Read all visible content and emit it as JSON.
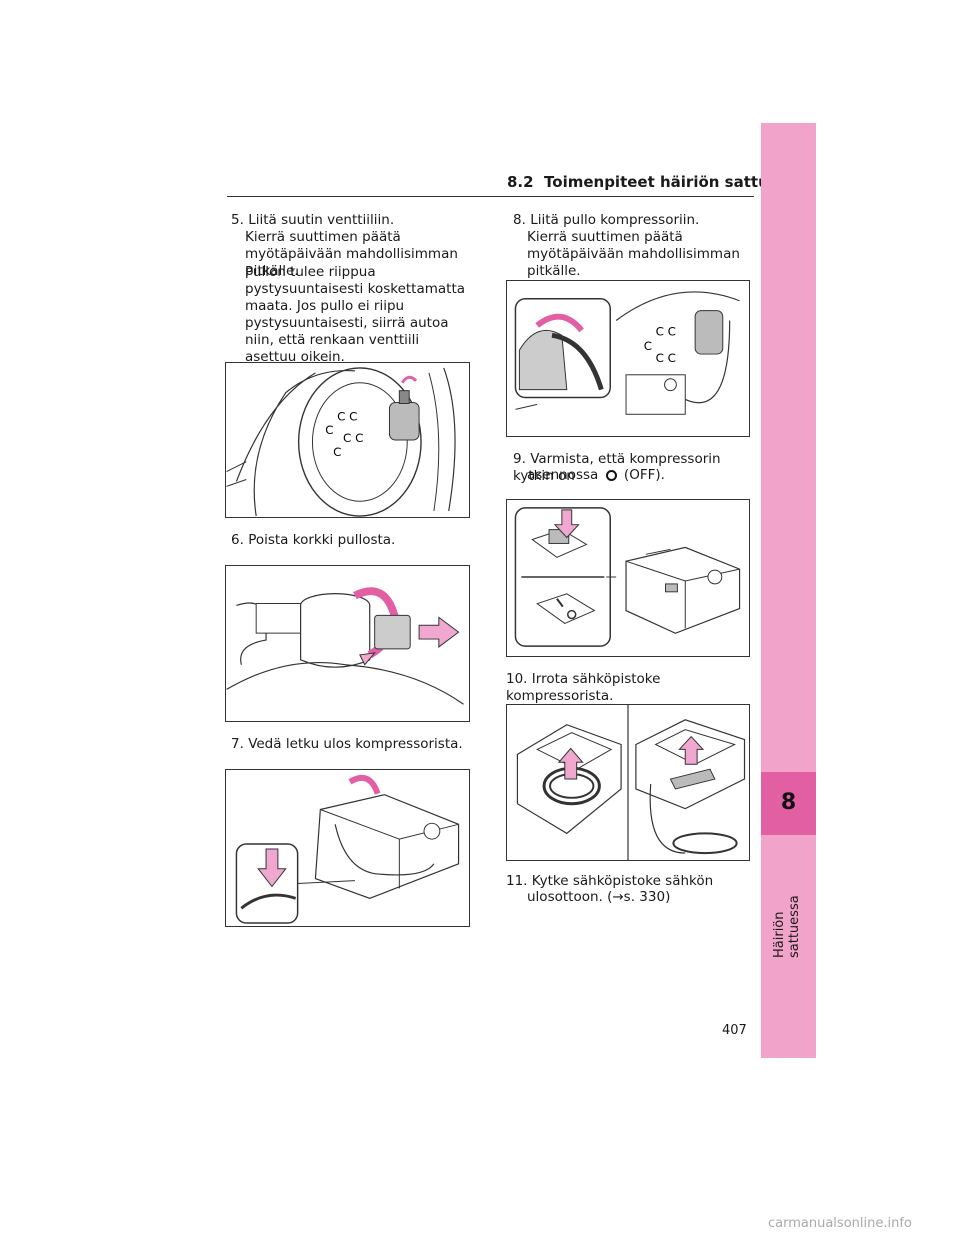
{
  "header": {
    "section": "8.2",
    "title": "Toimenpiteet häiriön sattuessa"
  },
  "side_tab": {
    "chapter_number": "8",
    "chapter_title": "Häiriön sattuessa"
  },
  "page_number": "407",
  "left_column": {
    "step5": {
      "number": "5.",
      "title": "Liitä suutin venttiiliin.",
      "para1": "Kierrä suuttimen päätä myötäpäivään mahdollisimman pitkälle.",
      "para2": "Pullon tulee riippua pystysuuntaisesti koskettamatta maata. Jos pullo ei riipu pystysuuntaisesti, siirrä autoa niin, että renkaan venttiili asettuu oikein."
    },
    "step6": {
      "number": "6.",
      "title": "Poista korkki pullosta."
    },
    "step7": {
      "number": "7.",
      "title": "Vedä letku ulos kompressorista."
    }
  },
  "right_column": {
    "step8": {
      "number": "8.",
      "title": "Liitä pullo kompressoriin.",
      "para1": "Kierrä suuttimen päätä myötäpäivään mahdollisimman pitkälle."
    },
    "step9": {
      "number": "9.",
      "title_part1": "Varmista, että kompressorin kytkin on",
      "title_part2": "asennossa",
      "title_part3": "(OFF)."
    },
    "step10": {
      "number": "10.",
      "title": "Irrota sähköpistoke kompressorista."
    },
    "step11": {
      "number": "11.",
      "title_line1": "Kytke sähköpistoke sähkön",
      "title_line2": "ulosottoon. (→s. 330)"
    }
  },
  "watermark": "carmanualsonline.info",
  "colors": {
    "tab": "#f2a3ca",
    "tab_dark": "#e25fa3",
    "arrow": "#f0a8d0"
  }
}
